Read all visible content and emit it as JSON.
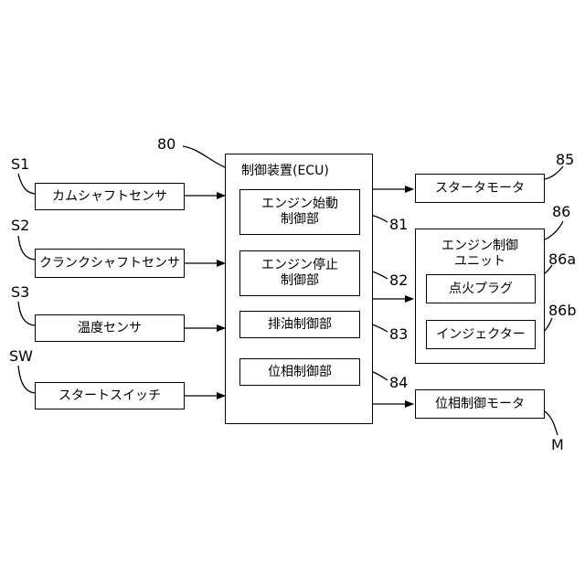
{
  "sensors": {
    "cam": {
      "tag": "S1",
      "label": "カムシャフトセンサ"
    },
    "crank": {
      "tag": "S2",
      "label": "クランクシャフトセンサ"
    },
    "temp": {
      "tag": "S3",
      "label": "温度センサ"
    },
    "start": {
      "tag": "SW",
      "label": "スタートスイッチ"
    }
  },
  "ecu": {
    "ref": "80",
    "title": "制御装置(ECU)",
    "blocks": {
      "engine_start": {
        "line1": "エンジン始動",
        "line2": "制御部",
        "ref": "81"
      },
      "engine_stop": {
        "line1": "エンジン停止",
        "line2": "制御部",
        "ref": "82"
      },
      "oil": {
        "label": "排油制御部",
        "ref": "83"
      },
      "phase": {
        "label": "位相制御部",
        "ref": "84"
      }
    }
  },
  "outputs": {
    "starter": {
      "label": "スタータモータ",
      "ref": "85"
    },
    "engine_unit": {
      "line1": "エンジン制御",
      "line2": "ユニット",
      "ref": "86",
      "spark": {
        "label": "点火プラグ",
        "ref": "86a"
      },
      "injector": {
        "label": "インジェクター",
        "ref": "86b"
      }
    },
    "phase_motor": {
      "label": "位相制御モータ",
      "ref": "M"
    }
  }
}
